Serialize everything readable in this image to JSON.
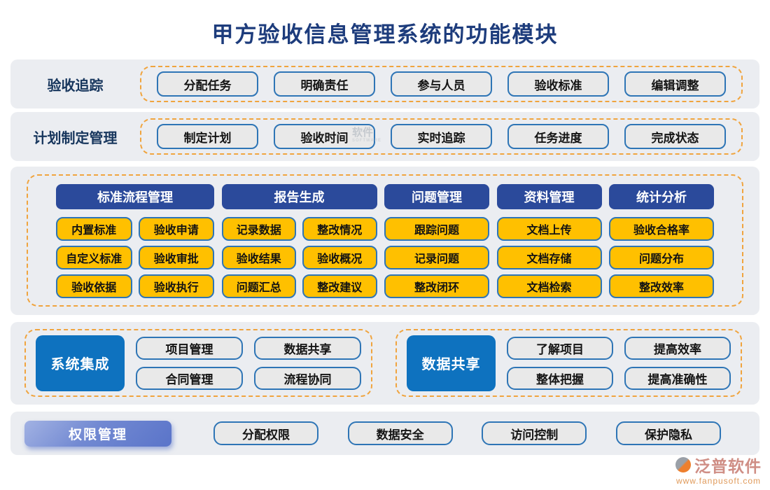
{
  "title": "甲方验收信息管理系统的功能模块",
  "colors": {
    "title_navy": "#1D3C7C",
    "band_background": "#EBEDF1",
    "dashed_border_orange": "#F0A43E",
    "chip_border_blue": "#2E75B6",
    "chip_gray": "#E9E9E9",
    "header_blue": "#2B4A9B",
    "module_yellow": "#FFC000",
    "feature_blue": "#0E72BF",
    "permission_gradient_blue": "#5A74C9"
  },
  "rows": [
    {
      "label": "验收追踪",
      "buttons": [
        "分配任务",
        "明确责任",
        "参与人员",
        "验收标准",
        "编辑调整"
      ]
    },
    {
      "label": "计划制定管理",
      "buttons": [
        "制定计划",
        "验收时间",
        "实时追踪",
        "任务进度",
        "完成状态"
      ]
    }
  ],
  "matrix": {
    "columns": [
      {
        "header": "标准流程管理",
        "rows": [
          [
            "内置标准",
            "验收申请"
          ],
          [
            "自定义标准",
            "验收审批"
          ],
          [
            "验收依据",
            "验收执行"
          ]
        ]
      },
      {
        "header": "报告生成",
        "rows": [
          [
            "记录数据",
            "整改情况"
          ],
          [
            "验收结果",
            "验收概况"
          ],
          [
            "问题汇总",
            "整改建议"
          ]
        ]
      },
      {
        "header": "问题管理",
        "rows": [
          [
            "跟踪问题"
          ],
          [
            "记录问题"
          ],
          [
            "整改闭环"
          ]
        ]
      },
      {
        "header": "资料管理",
        "rows": [
          [
            "文档上传"
          ],
          [
            "文档存储"
          ],
          [
            "文档检索"
          ]
        ]
      },
      {
        "header": "统计分析",
        "rows": [
          [
            "验收合格率"
          ],
          [
            "问题分布"
          ],
          [
            "整改效率"
          ]
        ]
      }
    ]
  },
  "feature_groups": [
    {
      "label": "系统集成",
      "buttons": [
        "项目管理",
        "数据共享",
        "合同管理",
        "流程协同"
      ]
    },
    {
      "label": "数据共享",
      "buttons": [
        "了解项目",
        "提高效率",
        "整体把握",
        "提高准确性"
      ]
    }
  ],
  "bottom_row": {
    "label": "权限管理",
    "buttons": [
      "分配权限",
      "数据安全",
      "访问控制",
      "保护隐私"
    ]
  },
  "ghost_watermark": {
    "text": "软件",
    "sub": "SOFTWARE"
  },
  "watermark": {
    "brand": "泛普软件",
    "url": "www.fanpusoft.com"
  }
}
